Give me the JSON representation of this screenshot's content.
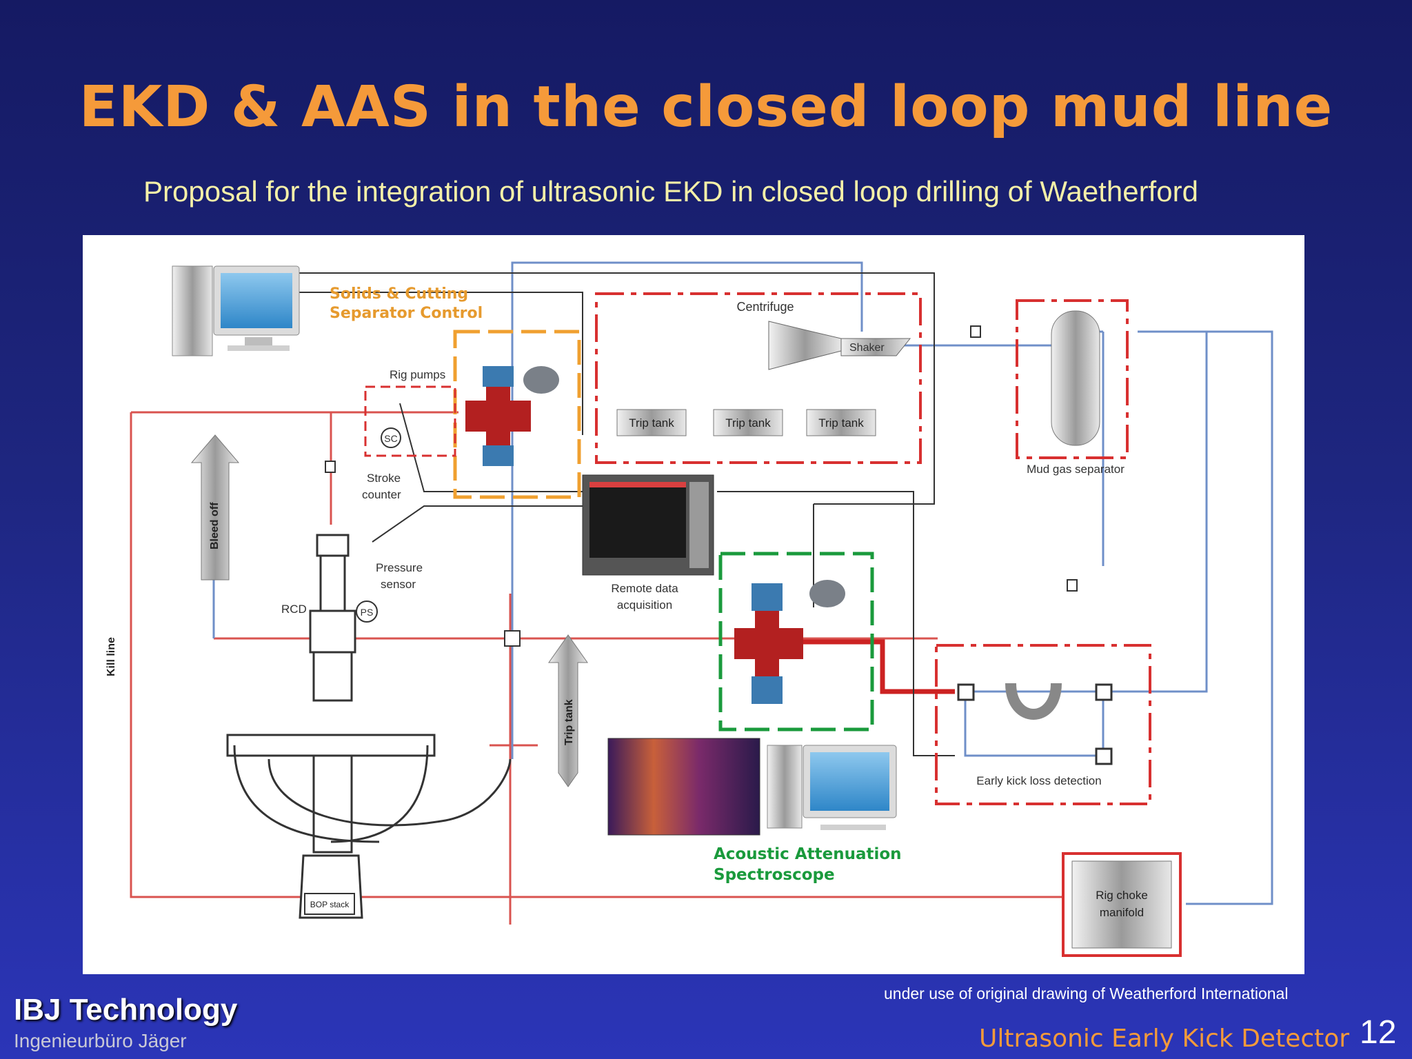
{
  "slide": {
    "title": "EKD & AAS in the closed loop mud line",
    "subtitle": "Proposal for the integration of ultrasonic EKD in closed loop drilling of Waetherford",
    "credit": "under use of original drawing of Weatherford International",
    "brand": "IBJ Technology",
    "brand_sub": "Ingenieurbüro Jäger",
    "footer_title": "Ultrasonic Early Kick Detector",
    "page_number": "12"
  },
  "diagram": {
    "labels": {
      "solids_1": "Solids & Cutting",
      "solids_2": "Separator Control",
      "centrifuge": "Centrifuge",
      "shaker": "Shaker",
      "trip_tank_1": "Trip tank",
      "trip_tank_2": "Trip tank",
      "trip_tank_3": "Trip tank",
      "mud_gas": "Mud gas separator",
      "rig_pumps": "Rig pumps",
      "sc": "SC",
      "stroke_1": "Stroke",
      "stroke_2": "counter",
      "bleed_off": "Bleed off",
      "pressure_1": "Pressure",
      "pressure_2": "sensor",
      "ps": "PS",
      "rcd": "RCD",
      "kill_line": "Kill line",
      "remote_1": "Remote data",
      "remote_2": "acquisition",
      "trip_tank_vertical": "Trip tank",
      "ekld": "Early kick loss detection",
      "aas_1": "Acoustic  Attenuation",
      "aas_2": "Spectroscope",
      "bop": "BOP stack",
      "choke_1": "Rig choke",
      "choke_2": "manifold"
    },
    "colors": {
      "mud_line": "#d9534f",
      "gas_line": "#6f8fc8",
      "signal_line": "#333333",
      "solids_box": "#f0a030",
      "aas_box": "#1a9a3c",
      "red_box": "#d83030",
      "aas_text": "#1a9a3c",
      "solids_text": "#e69a2e"
    }
  }
}
